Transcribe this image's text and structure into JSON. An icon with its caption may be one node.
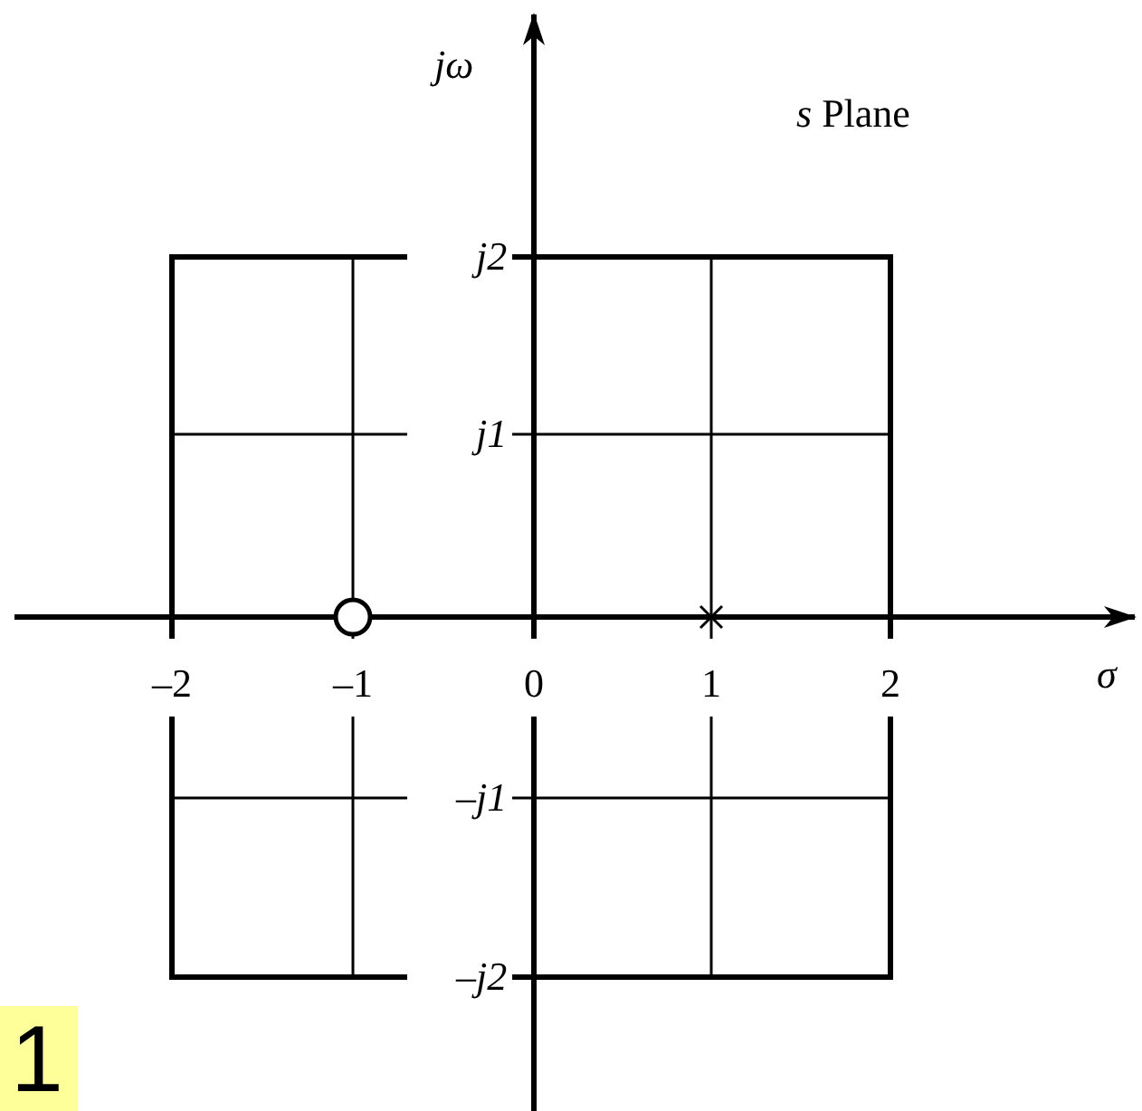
{
  "diagram": {
    "labels": [
      "jω",
      "*s* Plane",
      "j2",
      "j1",
      "–2",
      "–1",
      "0",
      "1",
      "2",
      "σ",
      "–j1",
      "–j2",
      "1"
    ]
  }
}
